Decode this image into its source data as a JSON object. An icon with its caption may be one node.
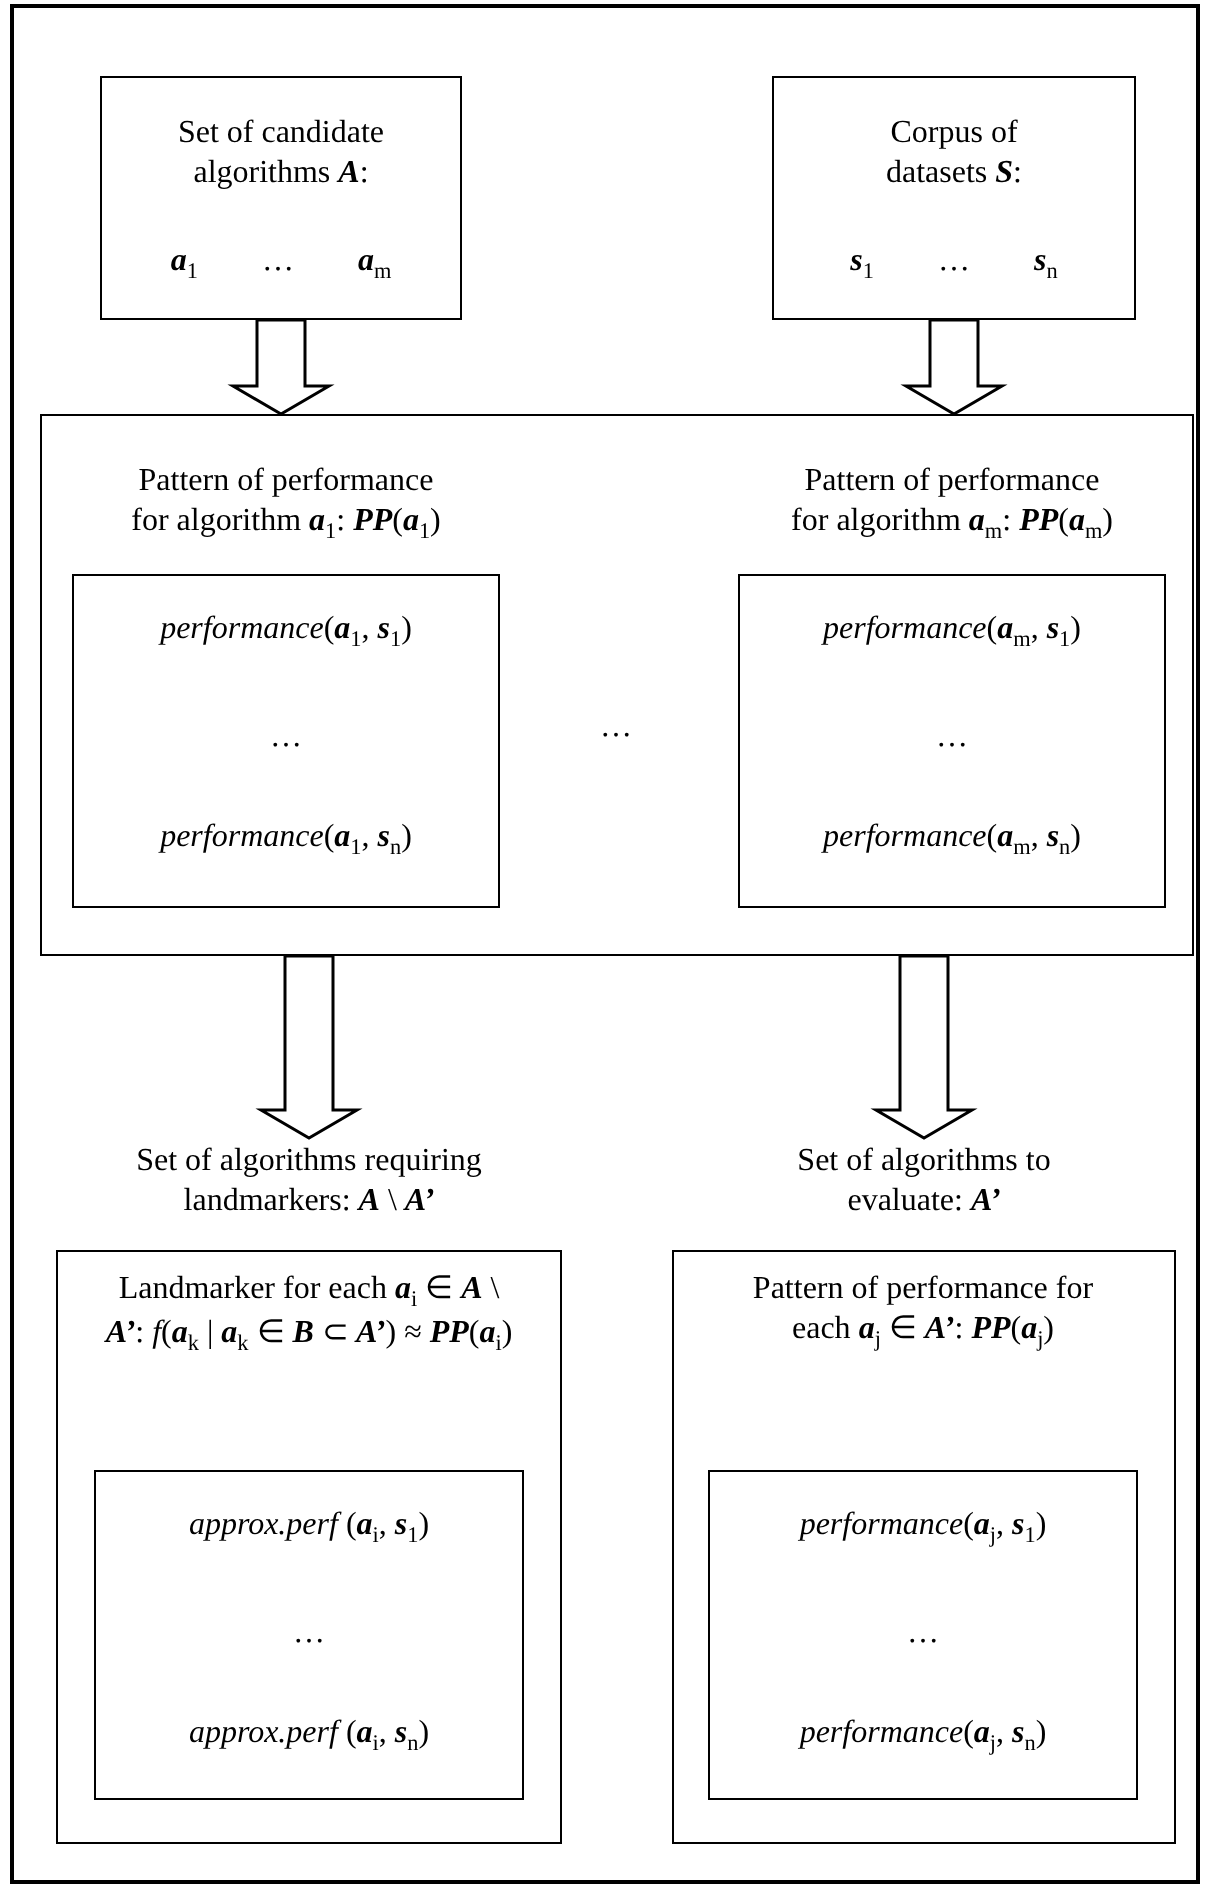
{
  "diagram": {
    "nodes": [
      {
        "text": [
          "Set of candidate algorithms **A**:",
          "**a**$_{1}$ … **a**$_{m}$"
        ]
      },
      {
        "text": [
          "Corpus of datasets **S**:",
          "**s**$_{1}$ … **s**$_{n}$"
        ]
      },
      {
        "text": [],
        "shape": "box"
      },
      {
        "text": [
          "Pattern of performance for algorithm **a**$_{1}$: **PP**(**a**$_{1}$)",
          "*performance*(**a**$_{1}$, **s**$_{1}$)",
          "…",
          "*performance*(**a**$_{1}$, **s**$_{n}$)"
        ],
        "in": 2
      },
      {
        "text": [
          "Pattern of performance for algorithm **a**$_{m}$: **PP**(**a**$_{m}$)",
          "*performance*(**a**$_{m}$, **s**$_{1}$)",
          "…",
          "*performance*(**a**$_{m}$, **s**$_{n}$)"
        ],
        "in": 2
      },
      {
        "text": [
          "Set of algorithms requiring landmarkers: **A** \\ **A’**"
        ]
      },
      {
        "text": [
          "Landmarker for each **a**$_{i}$ ∈ **A** \\ **A’**: *f*(**a**$_{k}$ | **a**$_{k}$ ∈ **B** ⊂ **A’**) ≈ **PP**(**a**$_{i}$)",
          "*approx.perf* (**a**$_{i}$, **s**$_{1}$)",
          "…",
          "*approx.perf* (**a**$_{i}$, **s**$_{n}$)"
        ],
        "in": 5
      },
      {
        "text": [
          "Set of algorithms to evaluate: **A’**"
        ]
      },
      {
        "text": [
          "Pattern of performance for each **a**$_{j}$ ∈ **A’**: **PP**(**a**$_{j}$)",
          "*performance*(**a**$_{j}$, **s**$_{1}$)",
          "…",
          "*performance*(**a**$_{j}$, **s**$_{n}$)"
        ],
        "in": 7
      }
    ],
    "edges": [
      {
        "from": 0,
        "to": 2,
        "arrow": "to"
      },
      {
        "from": 1,
        "to": 2,
        "arrow": "to"
      },
      {
        "from": 2,
        "to": 5,
        "arrow": "to"
      },
      {
        "from": 2,
        "to": 7,
        "arrow": "to"
      }
    ],
    "labels": [
      "…"
    ]
  }
}
